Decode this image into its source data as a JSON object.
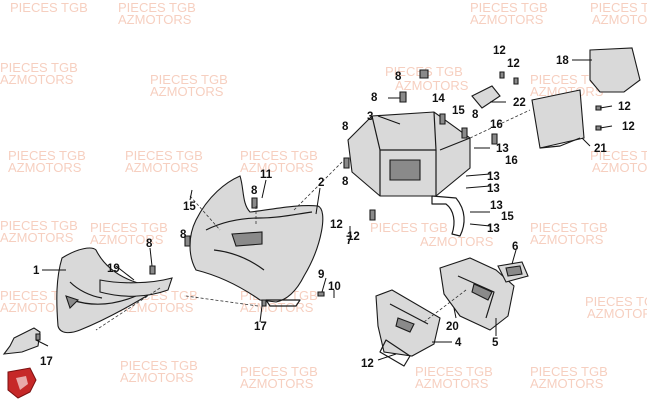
{
  "watermark": {
    "line1": "PIECES TGB",
    "line2": "AZMOTORS"
  },
  "callouts": {
    "c1": "1",
    "c2": "2",
    "c3": "3",
    "c4": "4",
    "c5": "5",
    "c6": "6",
    "c7": "7",
    "c8": "8",
    "c9": "9",
    "c10": "10",
    "c11": "11",
    "c12": "12",
    "c13": "13",
    "c14": "14",
    "c15": "15",
    "c16": "16",
    "c17": "17",
    "c18": "18",
    "c19": "19",
    "c20": "20",
    "c21": "21",
    "c22": "22"
  },
  "colors": {
    "watermark": "#f0a98d",
    "line": "#1a1a1a",
    "logo": "#c62828"
  },
  "logo_icon": "shield-logo"
}
